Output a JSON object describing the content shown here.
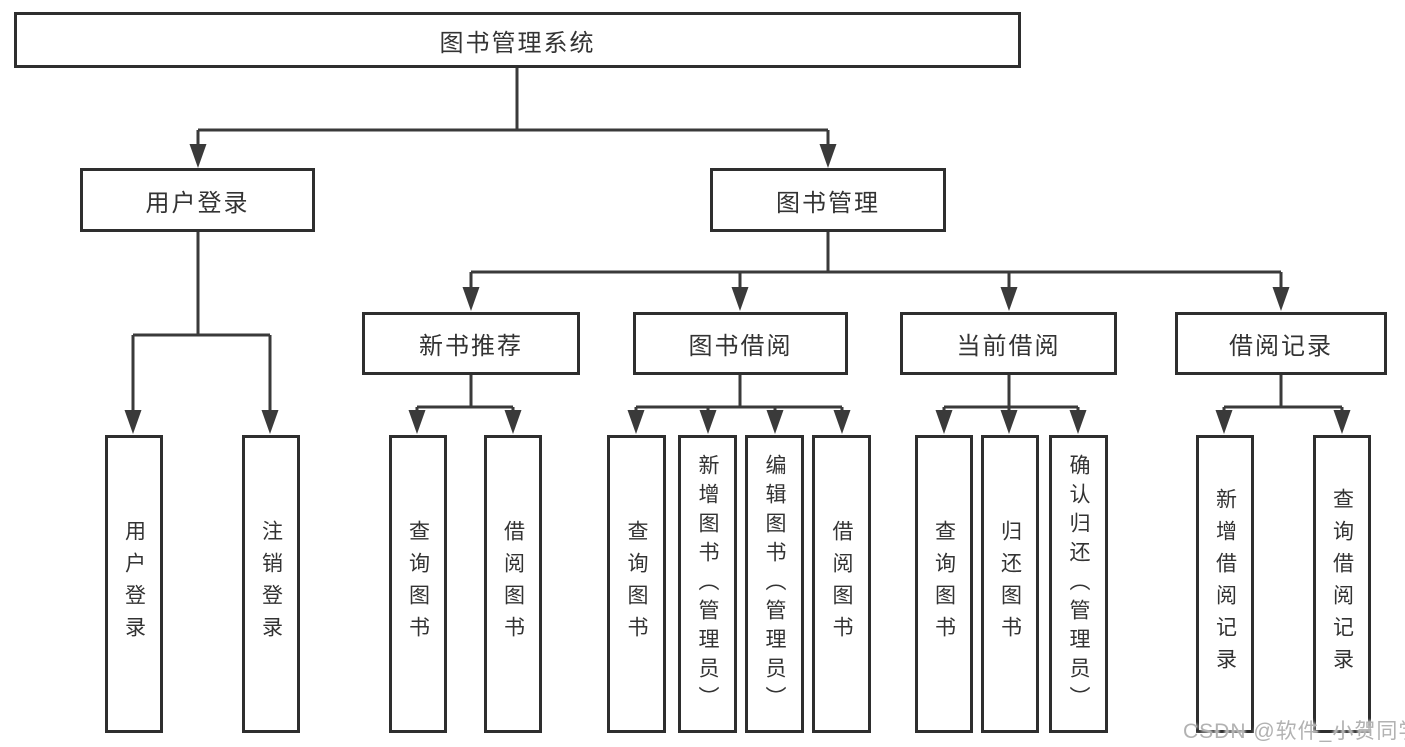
{
  "nodes": {
    "root": {
      "label": "图书管理系统"
    },
    "user_login": {
      "label": "用户登录"
    },
    "book_mgmt": {
      "label": "图书管理"
    },
    "new_book_rec": {
      "label": "新书推荐"
    },
    "book_borrow": {
      "label": "图书借阅"
    },
    "current_borrow": {
      "label": "当前借阅"
    },
    "borrow_record": {
      "label": "借阅记录"
    },
    "leaf_user_login": {
      "label": "用户登录"
    },
    "leaf_logout": {
      "label": "注销登录"
    },
    "rec_query_book": {
      "label": "查询图书"
    },
    "rec_borrow_book": {
      "label": "借阅图书"
    },
    "bb_query_book": {
      "label": "查询图书"
    },
    "bb_add_book": {
      "label": "新增图书（管理员）"
    },
    "bb_edit_book": {
      "label": "编辑图书（管理员）"
    },
    "bb_borrow_book": {
      "label": "借阅图书"
    },
    "cb_query_book": {
      "label": "查询图书"
    },
    "cb_return_book": {
      "label": "归还图书"
    },
    "cb_confirm_return": {
      "label": "确认归还（管理员）"
    },
    "br_add_record": {
      "label": "新增借阅记录"
    },
    "br_query_record": {
      "label": "查询借阅记录"
    }
  },
  "structure": {
    "root": "图书管理系统",
    "children": [
      {
        "label": "用户登录",
        "children": [
          "用户登录",
          "注销登录"
        ]
      },
      {
        "label": "图书管理",
        "children": [
          {
            "label": "新书推荐",
            "children": [
              "查询图书",
              "借阅图书"
            ]
          },
          {
            "label": "图书借阅",
            "children": [
              "查询图书",
              "新增图书（管理员）",
              "编辑图书（管理员）",
              "借阅图书"
            ]
          },
          {
            "label": "当前借阅",
            "children": [
              "查询图书",
              "归还图书",
              "确认归还（管理员）"
            ]
          },
          {
            "label": "借阅记录",
            "children": [
              "新增借阅记录",
              "查询借阅记录"
            ]
          }
        ]
      }
    ]
  },
  "watermark": {
    "text": "CSDN @软件_小贺同学"
  },
  "colors": {
    "line": "#3a3a3a",
    "box_border": "#2e2e2e",
    "text": "#333333",
    "background": "#ffffff",
    "watermark": "#b2b2b2"
  }
}
